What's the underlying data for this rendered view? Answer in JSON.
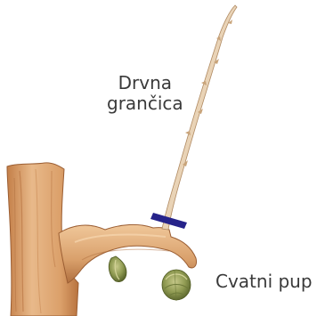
{
  "labels": {
    "shoot_line1": "Drvna",
    "shoot_line2": "grančica",
    "bud": "Cvatni pup"
  },
  "colors": {
    "wood_light": "#e8b98a",
    "wood_mid": "#d49a66",
    "wood_dark": "#a86a3c",
    "twig": "#e9d3b6",
    "twig_shadow": "#b08a62",
    "cut_marker": "#26238a",
    "bud_green": "#8f9a52",
    "bud_dark": "#5f6a30",
    "text": "#3a3a3a"
  },
  "icons": {
    "cut": "cut-marker-icon",
    "flower_bud": "flower-bud-icon",
    "leaf_bud": "leaf-bud-icon"
  }
}
